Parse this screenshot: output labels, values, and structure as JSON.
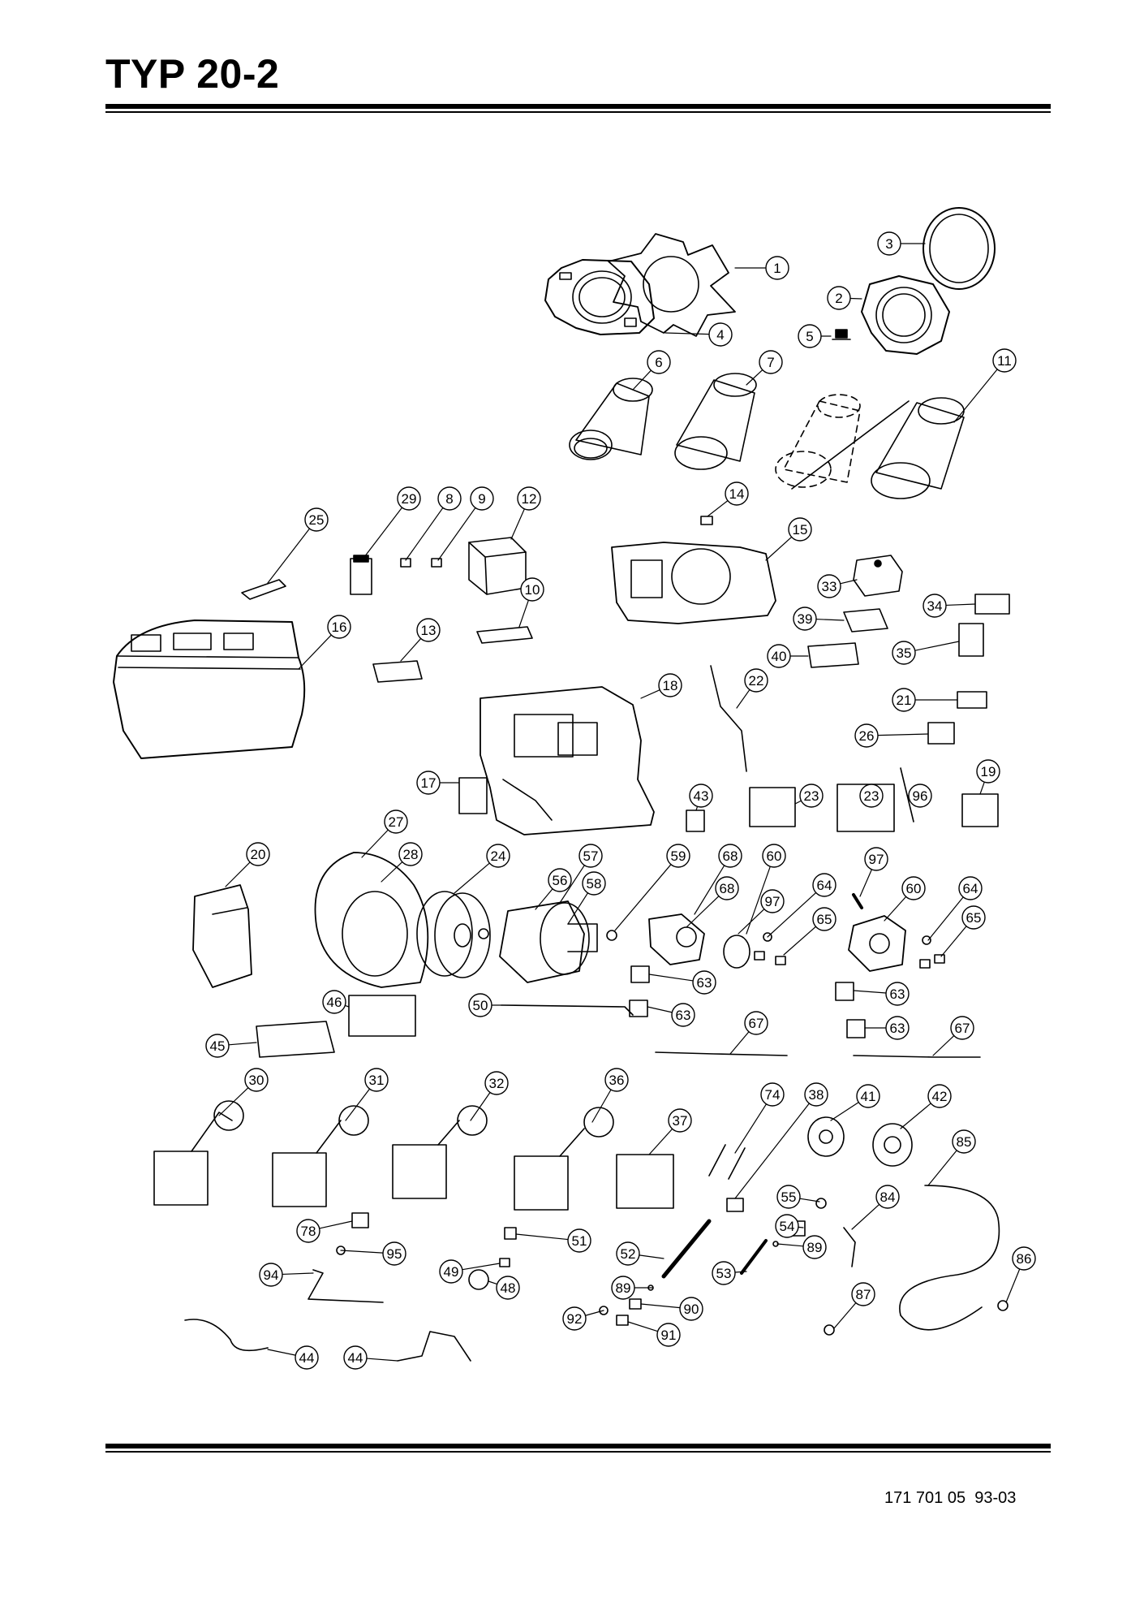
{
  "header": {
    "title": "TYP 20-2"
  },
  "footer": {
    "document_number": "171 701 05  93-03"
  },
  "callouts": [
    "1",
    "2",
    "3",
    "4",
    "5",
    "6",
    "7",
    "11",
    "8",
    "9",
    "12",
    "14",
    "15",
    "29",
    "25",
    "10",
    "16",
    "13",
    "18",
    "22",
    "33",
    "34",
    "39",
    "35",
    "40",
    "21",
    "26",
    "17",
    "43",
    "23",
    "23",
    "96",
    "19",
    "27",
    "20",
    "28",
    "24",
    "57",
    "56",
    "58",
    "59",
    "68",
    "68",
    "60",
    "64",
    "97",
    "97",
    "60",
    "64",
    "65",
    "65",
    "63",
    "63",
    "63",
    "63",
    "50",
    "46",
    "45",
    "67",
    "67",
    "30",
    "31",
    "32",
    "36",
    "37",
    "74",
    "38",
    "41",
    "42",
    "85",
    "55",
    "84",
    "78",
    "95",
    "51",
    "54",
    "89",
    "52",
    "94",
    "49",
    "48",
    "53",
    "86",
    "89",
    "87",
    "92",
    "90",
    "91",
    "44",
    "44"
  ]
}
